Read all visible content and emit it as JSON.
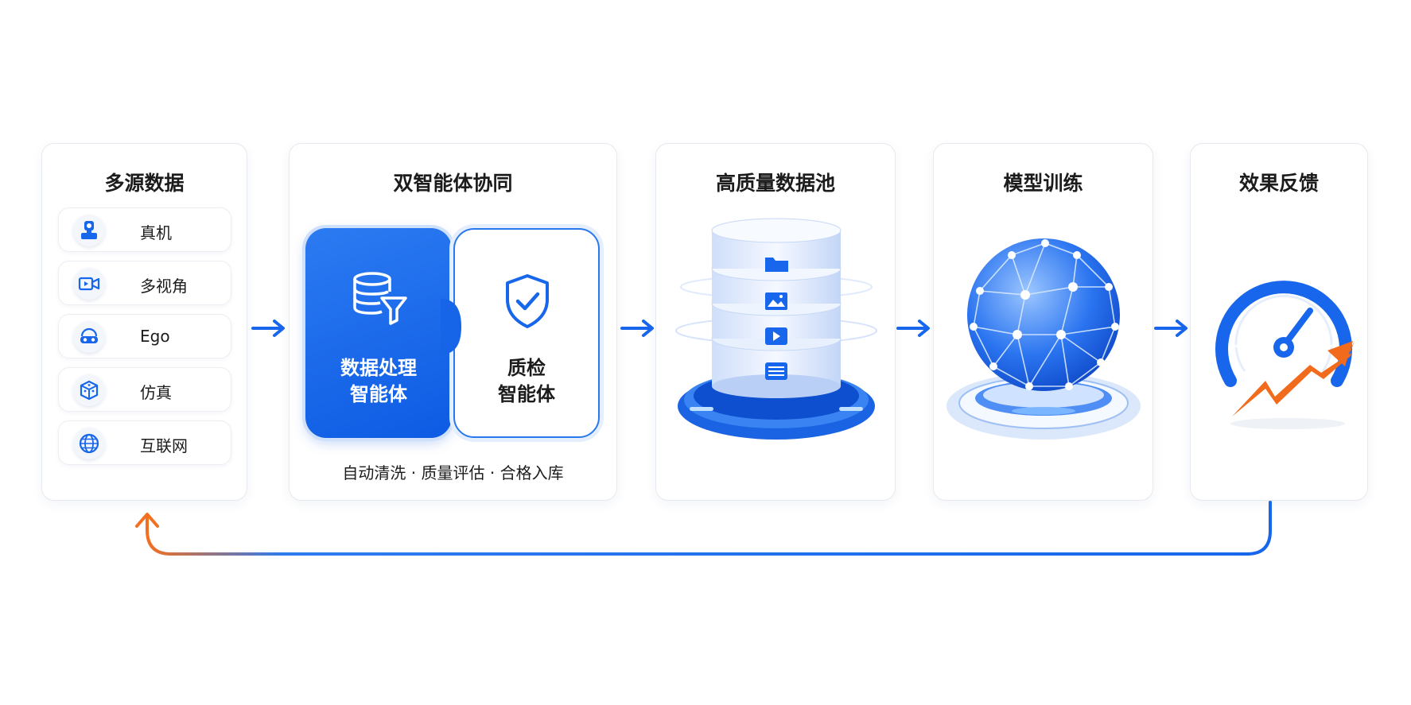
{
  "stages": {
    "sources": {
      "title": "多源数据",
      "items": [
        {
          "label": "真机",
          "icon": "robot-icon"
        },
        {
          "label": "多视角",
          "icon": "camera-icon"
        },
        {
          "label": "Ego",
          "icon": "vr-headset-icon"
        },
        {
          "label": "仿真",
          "icon": "cube-icon"
        },
        {
          "label": "互联网",
          "icon": "globe-icon"
        }
      ]
    },
    "agents": {
      "title": "双智能体协同",
      "processing_agent": {
        "line1": "数据处理",
        "line2": "智能体",
        "icon": "database-filter-icon"
      },
      "qa_agent": {
        "line1": "质检",
        "line2": "智能体",
        "icon": "shield-check-icon"
      },
      "caption": "自动清洗 · 质量评估 · 合格入库"
    },
    "pool": {
      "title": "高质量数据池",
      "layer_icons": [
        "folder-icon",
        "image-icon",
        "video-icon",
        "document-icon"
      ]
    },
    "training": {
      "title": "模型训练",
      "icon": "neural-globe-icon"
    },
    "feedback": {
      "title": "效果反馈",
      "icon": "speedometer-icon"
    }
  },
  "colors": {
    "primary": "#1766ec",
    "accent": "#f27020",
    "border": "#e6e9ef"
  }
}
